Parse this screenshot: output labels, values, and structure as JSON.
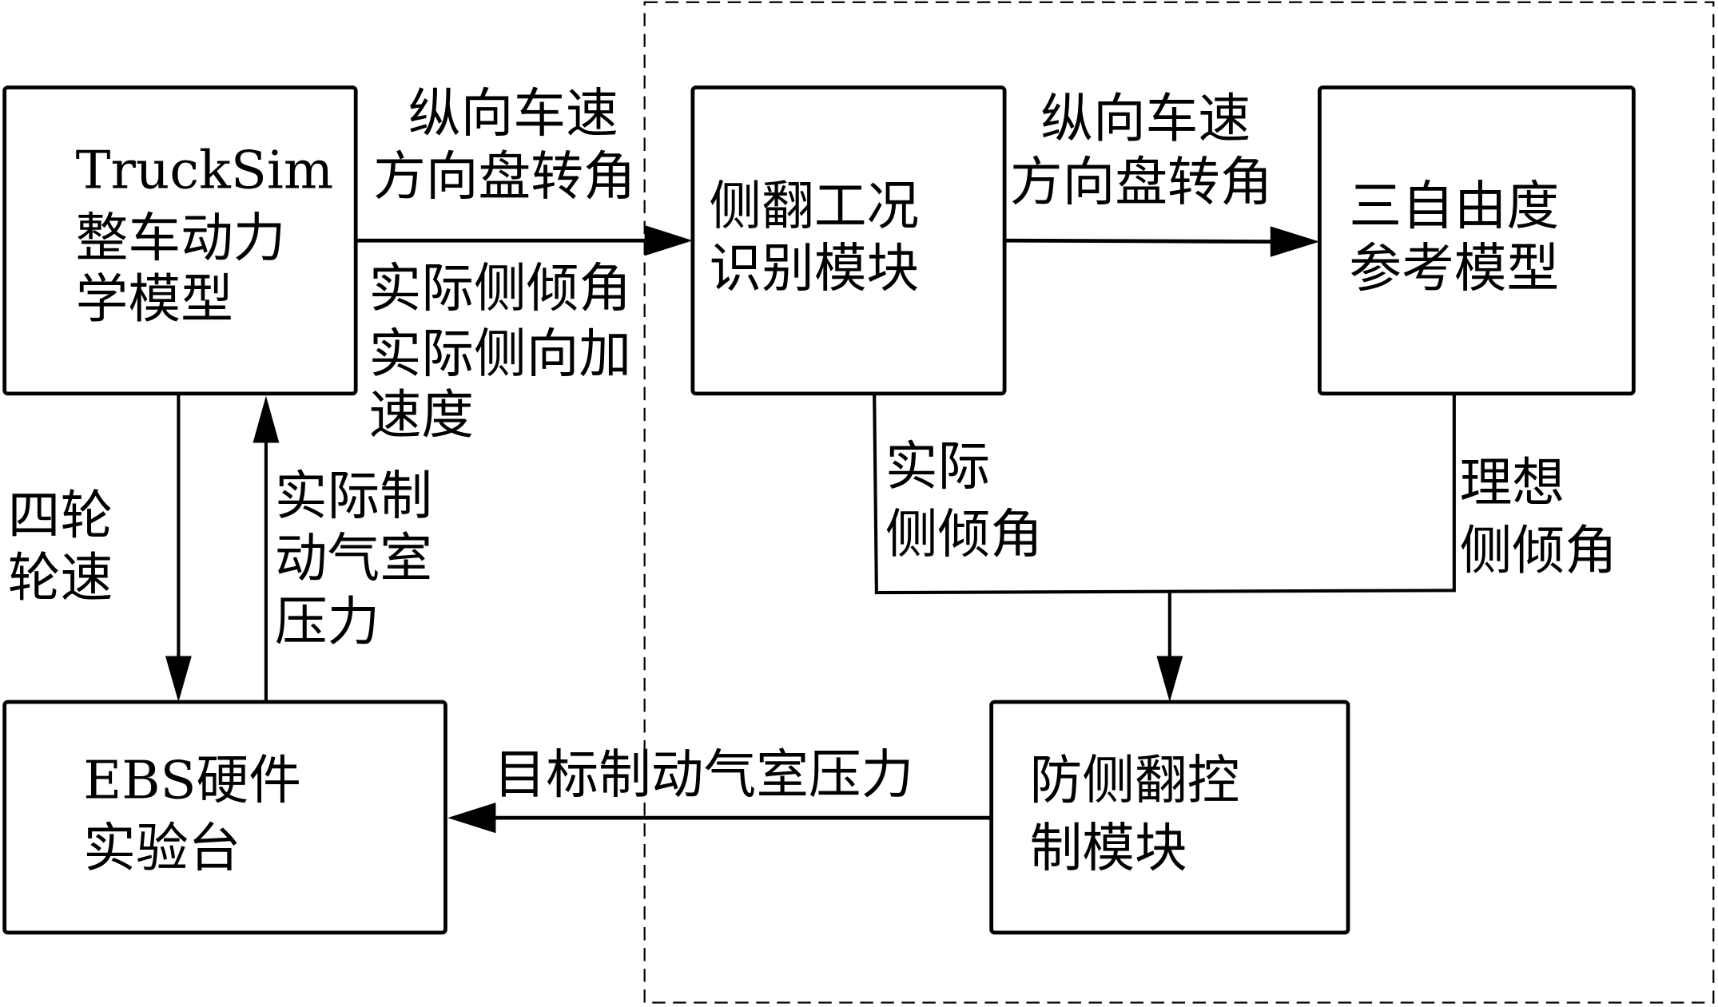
{
  "boxes": {
    "trucksim": [
      "TruckSim",
      "整车动力",
      "学模型"
    ],
    "rollover_id": [
      "侧翻工况",
      "识别模块"
    ],
    "ref_model": [
      "三自由度",
      "参考模型"
    ],
    "ebs": [
      "EBS硬件",
      "实验台"
    ],
    "anti_roll": [
      "防侧翻控",
      "制模块"
    ]
  },
  "labels": {
    "signals_to_id_top": [
      "纵向车速",
      "方向盘转角"
    ],
    "signals_to_id_bottom": [
      "实际侧倾角",
      "实际侧向加",
      "速度"
    ],
    "signals_to_ref": [
      "纵向车速",
      "方向盘转角"
    ],
    "actual_roll": [
      "实际",
      "侧倾角"
    ],
    "ideal_roll": [
      "理想",
      "侧倾角"
    ],
    "wheel_speed": [
      "四轮",
      "轮速"
    ],
    "actual_brake_pressure": [
      "实际制",
      "动气室",
      "压力"
    ],
    "target_brake_pressure": "目标制动气室压力"
  }
}
